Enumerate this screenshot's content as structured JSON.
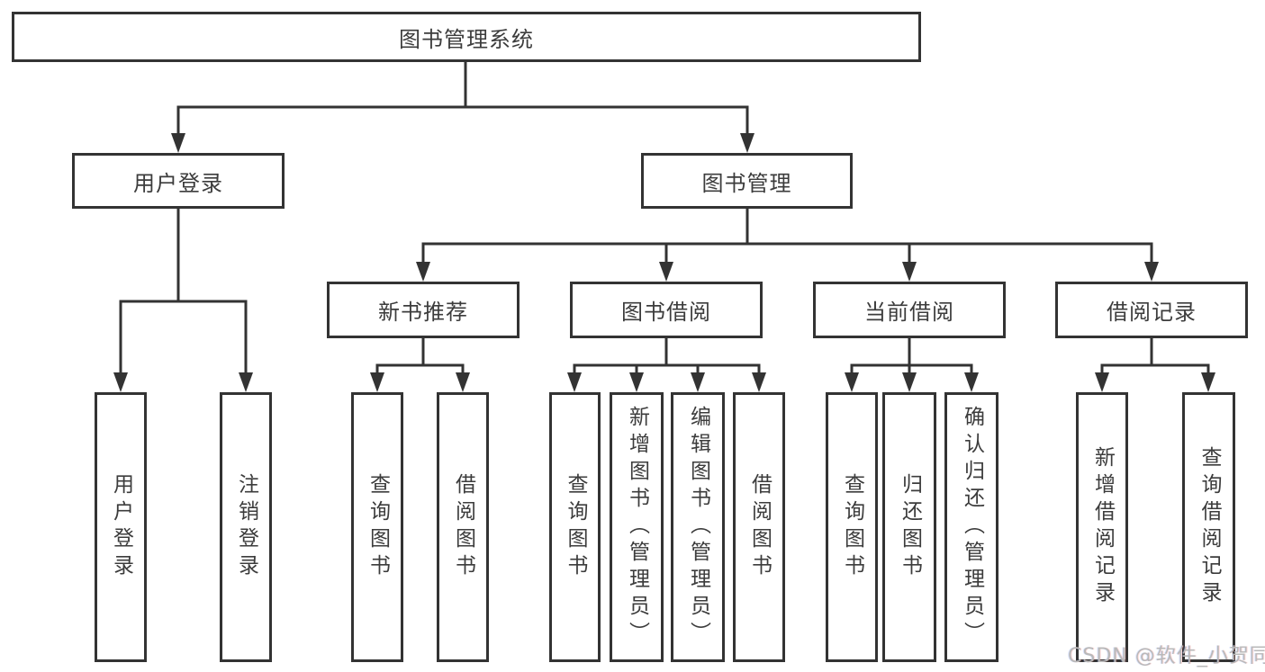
{
  "diagram": {
    "title": "图书管理系统",
    "tree": {
      "root": {
        "label": "图书管理系统",
        "children": [
          {
            "label": "用户登录",
            "children": [
              {
                "label": "用户登录"
              },
              {
                "label": "注销登录"
              }
            ]
          },
          {
            "label": "图书管理",
            "children": [
              {
                "label": "新书推荐",
                "children": [
                  {
                    "label": "查询图书"
                  },
                  {
                    "label": "借阅图书"
                  }
                ]
              },
              {
                "label": "图书借阅",
                "children": [
                  {
                    "label": "查询图书"
                  },
                  {
                    "label": "新增图书（管理员）"
                  },
                  {
                    "label": "编辑图书（管理员）"
                  },
                  {
                    "label": "借阅图书"
                  }
                ]
              },
              {
                "label": "当前借阅",
                "children": [
                  {
                    "label": "查询图书"
                  },
                  {
                    "label": "归还图书"
                  },
                  {
                    "label": "确认归还（管理员）"
                  }
                ]
              },
              {
                "label": "借阅记录",
                "children": [
                  {
                    "label": "新增借阅记录"
                  },
                  {
                    "label": "查询借阅记录"
                  }
                ]
              }
            ]
          }
        ]
      }
    },
    "colors": {
      "line": "#333333",
      "text": "#3c3c3c",
      "background": "#ffffff",
      "watermark": "#b9b9b9"
    }
  },
  "watermark": {
    "text": "CSDN @软件_小贺同学"
  }
}
